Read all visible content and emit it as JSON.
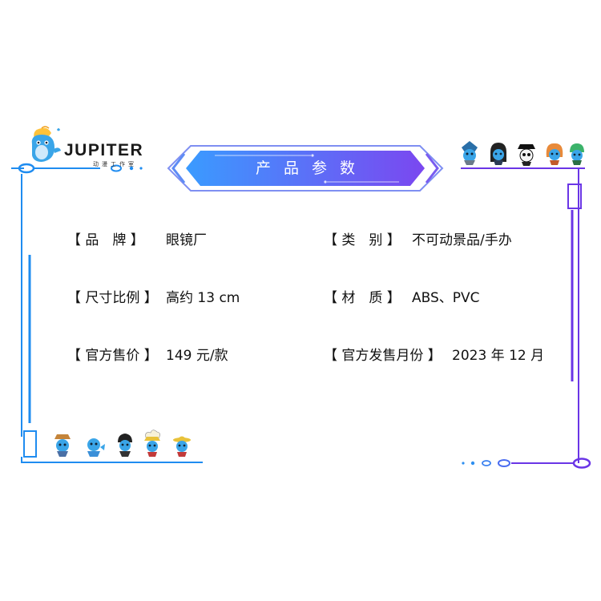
{
  "logo": {
    "name": "JUPITER",
    "subtitle": "动漫工作室"
  },
  "banner": {
    "title": "产品参数"
  },
  "specs": {
    "brand": {
      "label": "【 品　牌 】",
      "value": "眼镜厂"
    },
    "category": {
      "label": "【 类　别 】",
      "value": "不可动景品/手办"
    },
    "scale": {
      "label": "【 尺寸比例 】",
      "value": "高约 13 cm"
    },
    "material": {
      "label": "【 材　质 】",
      "value": "ABS、PVC"
    },
    "price": {
      "label": "【 官方售价 】",
      "value": "149 元/款"
    },
    "release": {
      "label": "【 官方发售月份 】",
      "value": "2023 年 12 月"
    }
  },
  "colors": {
    "blue": "#1f8cf0",
    "purple": "#6a35e6",
    "banner_left": "#3a9bff",
    "banner_right": "#7b47f0"
  }
}
